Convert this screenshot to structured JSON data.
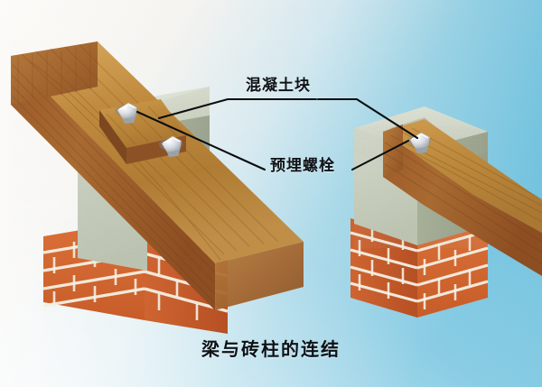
{
  "figure": {
    "caption": "梁与砖柱的连结",
    "background": {
      "top_left_color": "#fdfbf7",
      "top_right_color": "#7ec8e0",
      "bottom_left_color": "#fbf9f5",
      "bottom_right_color": "#5bb8da"
    }
  },
  "labels": {
    "concrete_block": "混凝土块",
    "embedded_bolt": "预埋螺栓"
  },
  "materials": {
    "wood_top": "#c08a3e",
    "wood_top_light": "#d6a85c",
    "wood_side": "#a0622c",
    "wood_side_dark": "#8a4f24",
    "wood_end": "#b5763a",
    "concrete": "#cdd6c4",
    "concrete_dark": "#a9b49c",
    "concrete_top": "#dfe4d6",
    "brick": "#d4662e",
    "brick_dark": "#b85324",
    "mortar": "#f4efe2",
    "bolt": "#d8dde2",
    "bolt_dark": "#9aa3ac",
    "leader_line": "#0a0d10"
  },
  "components": {
    "left_assembly": {
      "name": "左侧梁与砖柱连结",
      "beam": "木梁",
      "concrete_block": "混凝土块",
      "bolt_count": 2,
      "column": "砖柱"
    },
    "right_assembly": {
      "name": "右侧梁与砖柱连结",
      "beam": "木梁",
      "concrete_block": "混凝土块",
      "bolt_count": 1,
      "column": "砖柱"
    }
  }
}
